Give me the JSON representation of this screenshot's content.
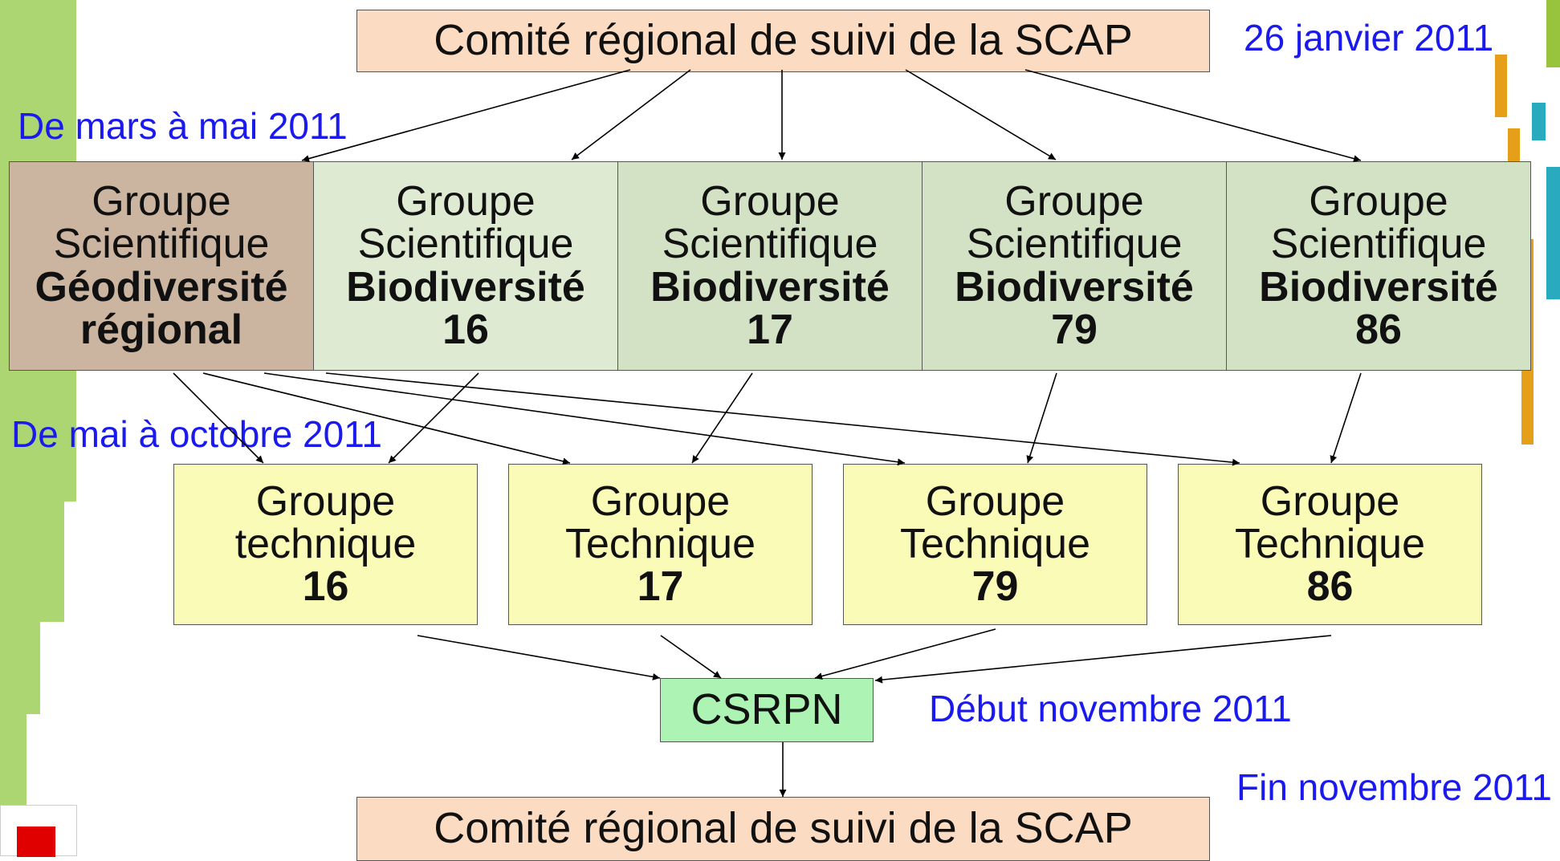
{
  "colors": {
    "comite": "#fbdcc2",
    "geo": "#cbb5a1",
    "bio": "#deead1",
    "bio_alt": "#d3e2c4",
    "tech": "#fbfbb8",
    "csrpn": "#adf3b3",
    "date_text": "#1a1aee",
    "left_band": "#abd672",
    "deco_orange": "#e59f19",
    "deco_teal": "#2aaabf",
    "deco_green": "#97c43c",
    "logo_red": "#e00000"
  },
  "comite_top": {
    "label": "Comité régional de suivi de la SCAP"
  },
  "comite_bottom": {
    "label": "Comité régional de suivi de la SCAP"
  },
  "dates": {
    "jan": "26 janvier 2011",
    "mars_mai": "De mars à mai 2011",
    "mai_oct": "De mai à octobre 2011",
    "nov_debut": "Début novembre 2011",
    "nov_fin": "Fin novembre 2011"
  },
  "scientific_groups": [
    {
      "line1": "Groupe",
      "line2": "Scientifique",
      "line3": "Géodiversité",
      "line4": "régional"
    },
    {
      "line1": "Groupe",
      "line2": "Scientifique",
      "line3": "Biodiversité",
      "line4": "16"
    },
    {
      "line1": "Groupe",
      "line2": "Scientifique",
      "line3": "Biodiversité",
      "line4": "17"
    },
    {
      "line1": "Groupe",
      "line2": "Scientifique",
      "line3": "Biodiversité",
      "line4": "79"
    },
    {
      "line1": "Groupe",
      "line2": "Scientifique",
      "line3": "Biodiversité",
      "line4": "86"
    }
  ],
  "technical_groups": [
    {
      "line1": "Groupe",
      "line2": "technique",
      "line3": "16"
    },
    {
      "line1": "Groupe",
      "line2": "Technique",
      "line3": "17"
    },
    {
      "line1": "Groupe",
      "line2": "Technique",
      "line3": "79"
    },
    {
      "line1": "Groupe",
      "line2": "Technique",
      "line3": "86"
    }
  ],
  "csrpn": {
    "label": "CSRPN"
  },
  "icons": {
    "logo": "logo-icon"
  }
}
